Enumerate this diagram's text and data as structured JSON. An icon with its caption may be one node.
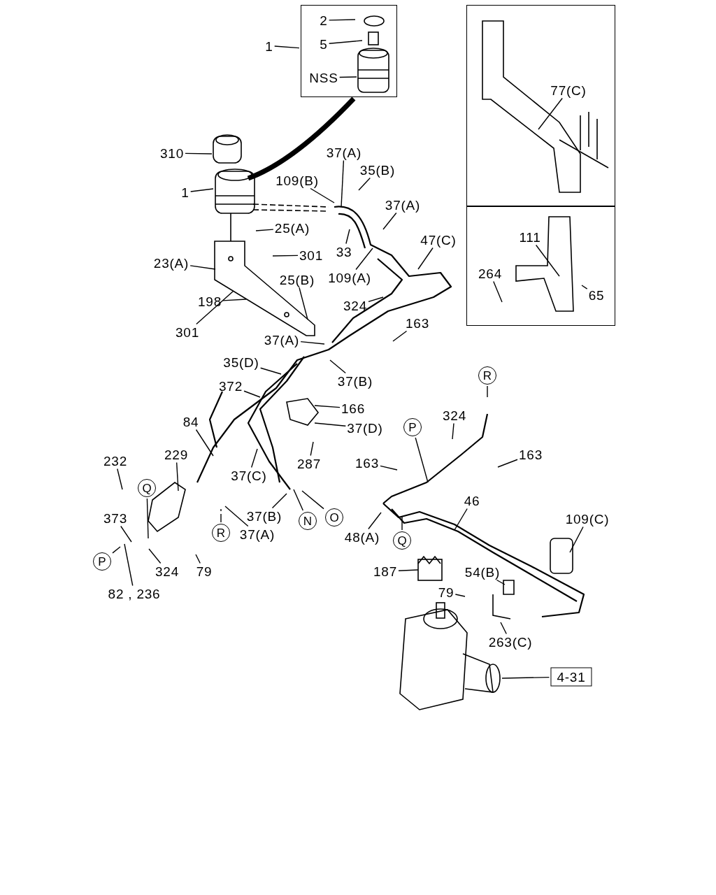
{
  "diagram": {
    "nodes": [
      {
        "text": [],
        "shape": "box"
      },
      {
        "text": [
          "2"
        ],
        "in": 0
      },
      {
        "text": [
          "5"
        ],
        "in": 0
      },
      {
        "text": [
          "NSS"
        ],
        "in": 0
      },
      {
        "text": [
          "1"
        ]
      },
      {
        "text": [],
        "shape": "box"
      },
      {
        "text": [
          "77(C)"
        ],
        "in": 5
      },
      {
        "text": [],
        "shape": "box"
      },
      {
        "text": [
          "111"
        ],
        "in": 7
      },
      {
        "text": [
          "264"
        ],
        "in": 7
      },
      {
        "text": [
          "65"
        ],
        "in": 7
      },
      {
        "text": [
          "310"
        ]
      },
      {
        "text": [
          "1"
        ]
      },
      {
        "text": [
          "37(A)"
        ]
      },
      {
        "text": [
          "109(B)"
        ]
      },
      {
        "text": [
          "35(B)"
        ]
      },
      {
        "text": [
          "37(A)"
        ]
      },
      {
        "text": [
          "25(A)"
        ]
      },
      {
        "text": [
          "301"
        ]
      },
      {
        "text": [
          "33"
        ]
      },
      {
        "text": [
          "47(C)"
        ]
      },
      {
        "text": [
          "23(A)"
        ]
      },
      {
        "text": [
          "109(A)"
        ]
      },
      {
        "text": [
          "25(B)"
        ]
      },
      {
        "text": [
          "324"
        ]
      },
      {
        "text": [
          "198"
        ]
      },
      {
        "text": [
          "163"
        ]
      },
      {
        "text": [
          "301"
        ]
      },
      {
        "text": [
          "37(A)"
        ]
      },
      {
        "text": [
          "35(D)"
        ]
      },
      {
        "text": [
          "37(B)"
        ]
      },
      {
        "text": [
          "372"
        ]
      },
      {
        "text": [
          "166"
        ]
      },
      {
        "text": [
          "84"
        ]
      },
      {
        "text": [
          "37(D)"
        ]
      },
      {
        "text": [
          "287"
        ]
      },
      {
        "text": [
          "229"
        ]
      },
      {
        "text": [
          "232"
        ]
      },
      {
        "text": [
          "37(C)"
        ]
      },
      {
        "text": [
          "373"
        ]
      },
      {
        "text": [
          "37(B)"
        ]
      },
      {
        "text": [
          "324"
        ]
      },
      {
        "text": [
          "79"
        ]
      },
      {
        "text": [
          "37(A)"
        ]
      },
      {
        "text": [
          "82 , 236"
        ]
      },
      {
        "text": [
          "163"
        ]
      },
      {
        "text": [
          "324"
        ]
      },
      {
        "text": [
          "163"
        ]
      },
      {
        "text": [
          "46"
        ]
      },
      {
        "text": [
          "48(A)"
        ]
      },
      {
        "text": [
          "109(C)"
        ]
      },
      {
        "text": [
          "187"
        ]
      },
      {
        "text": [
          "54(B)"
        ]
      },
      {
        "text": [
          "79"
        ]
      },
      {
        "text": [
          "263(C)"
        ]
      },
      {
        "text": [
          "4-31"
        ]
      },
      {
        "text": [
          "Q"
        ]
      },
      {
        "text": [
          "P"
        ]
      },
      {
        "text": [
          "R"
        ]
      },
      {
        "text": [
          "N"
        ]
      },
      {
        "text": [
          "O"
        ]
      },
      {
        "text": [
          "P"
        ]
      },
      {
        "text": [
          "Q"
        ]
      },
      {
        "text": [
          "R"
        ]
      },
      {
        "text": [],
        "shape": "picture"
      }
    ],
    "edges": [
      {
        "from": 4,
        "to": 0,
        "arrow": "none"
      },
      {
        "from": 0,
        "to": null,
        "arrow": "none",
        "style": "thick"
      },
      {
        "from": 1,
        "to": null,
        "arrow": "none"
      },
      {
        "from": 2,
        "to": null,
        "arrow": "none"
      },
      {
        "from": 3,
        "to": null,
        "arrow": "none"
      },
      {
        "from": 6,
        "to": null,
        "arrow": "none"
      },
      {
        "from": 8,
        "to": null,
        "arrow": "none"
      },
      {
        "from": 9,
        "to": null,
        "arrow": "none"
      },
      {
        "from": 10,
        "to": null,
        "arrow": "none"
      },
      {
        "from": 11,
        "to": null,
        "arrow": "none"
      },
      {
        "from": 12,
        "to": null,
        "arrow": "none"
      },
      {
        "from": 13,
        "to": null,
        "arrow": "none"
      },
      {
        "from": 14,
        "to": null,
        "arrow": "none"
      },
      {
        "from": 15,
        "to": null,
        "arrow": "none"
      },
      {
        "from": 16,
        "to": null,
        "arrow": "none"
      },
      {
        "from": 17,
        "to": null,
        "arrow": "none"
      },
      {
        "from": 18,
        "to": null,
        "arrow": "none"
      },
      {
        "from": 19,
        "to": null,
        "arrow": "none"
      },
      {
        "from": 20,
        "to": null,
        "arrow": "none"
      },
      {
        "from": 21,
        "to": 64,
        "arrow": "none"
      },
      {
        "from": 22,
        "to": null,
        "arrow": "none"
      },
      {
        "from": 23,
        "to": 64,
        "arrow": "none"
      },
      {
        "from": 24,
        "to": null,
        "arrow": "none"
      },
      {
        "from": 25,
        "to": 64,
        "arrow": "none"
      },
      {
        "from": 26,
        "to": null,
        "arrow": "none"
      },
      {
        "from": 27,
        "to": 64,
        "arrow": "none"
      },
      {
        "from": 28,
        "to": null,
        "arrow": "none"
      },
      {
        "from": 29,
        "to": null,
        "arrow": "none"
      },
      {
        "from": 30,
        "to": null,
        "arrow": "none"
      },
      {
        "from": 31,
        "to": null,
        "arrow": "none"
      },
      {
        "from": 32,
        "to": null,
        "arrow": "none"
      },
      {
        "from": 33,
        "to": null,
        "arrow": "none"
      },
      {
        "from": 34,
        "to": null,
        "arrow": "none"
      },
      {
        "from": 35,
        "to": null,
        "arrow": "none"
      },
      {
        "from": 36,
        "to": null,
        "arrow": "none"
      },
      {
        "from": 37,
        "to": null,
        "arrow": "none"
      },
      {
        "from": 38,
        "to": null,
        "arrow": "none"
      },
      {
        "from": 39,
        "to": null,
        "arrow": "none"
      },
      {
        "from": 40,
        "to": null,
        "arrow": "none"
      },
      {
        "from": 41,
        "to": null,
        "arrow": "none"
      },
      {
        "from": 42,
        "to": null,
        "arrow": "none"
      },
      {
        "from": 43,
        "to": null,
        "arrow": "none"
      },
      {
        "from": 44,
        "to": null,
        "arrow": "none"
      },
      {
        "from": 45,
        "to": null,
        "arrow": "none"
      },
      {
        "from": 46,
        "to": null,
        "arrow": "none"
      },
      {
        "from": 47,
        "to": null,
        "arrow": "none"
      },
      {
        "from": 48,
        "to": null,
        "arrow": "none"
      },
      {
        "from": 49,
        "to": null,
        "arrow": "none"
      },
      {
        "from": 50,
        "to": null,
        "arrow": "none"
      },
      {
        "from": 51,
        "to": null,
        "arrow": "none"
      },
      {
        "from": 52,
        "to": null,
        "arrow": "none"
      },
      {
        "from": 53,
        "to": null,
        "arrow": "none"
      },
      {
        "from": 54,
        "to": null,
        "arrow": "none"
      },
      {
        "from": 55,
        "to": null,
        "arrow": "none"
      },
      {
        "from": 56,
        "to": null,
        "arrow": "none"
      },
      {
        "from": 57,
        "to": null,
        "arrow": "none"
      },
      {
        "from": 58,
        "to": null,
        "arrow": "none",
        "style": "dashed"
      },
      {
        "from": 59,
        "to": null,
        "arrow": "none"
      },
      {
        "from": 60,
        "to": null,
        "arrow": "none"
      },
      {
        "from": 61,
        "to": null,
        "arrow": "none"
      },
      {
        "from": 62,
        "to": null,
        "arrow": "none"
      },
      {
        "from": 63,
        "to": null,
        "arrow": "none"
      }
    ]
  }
}
